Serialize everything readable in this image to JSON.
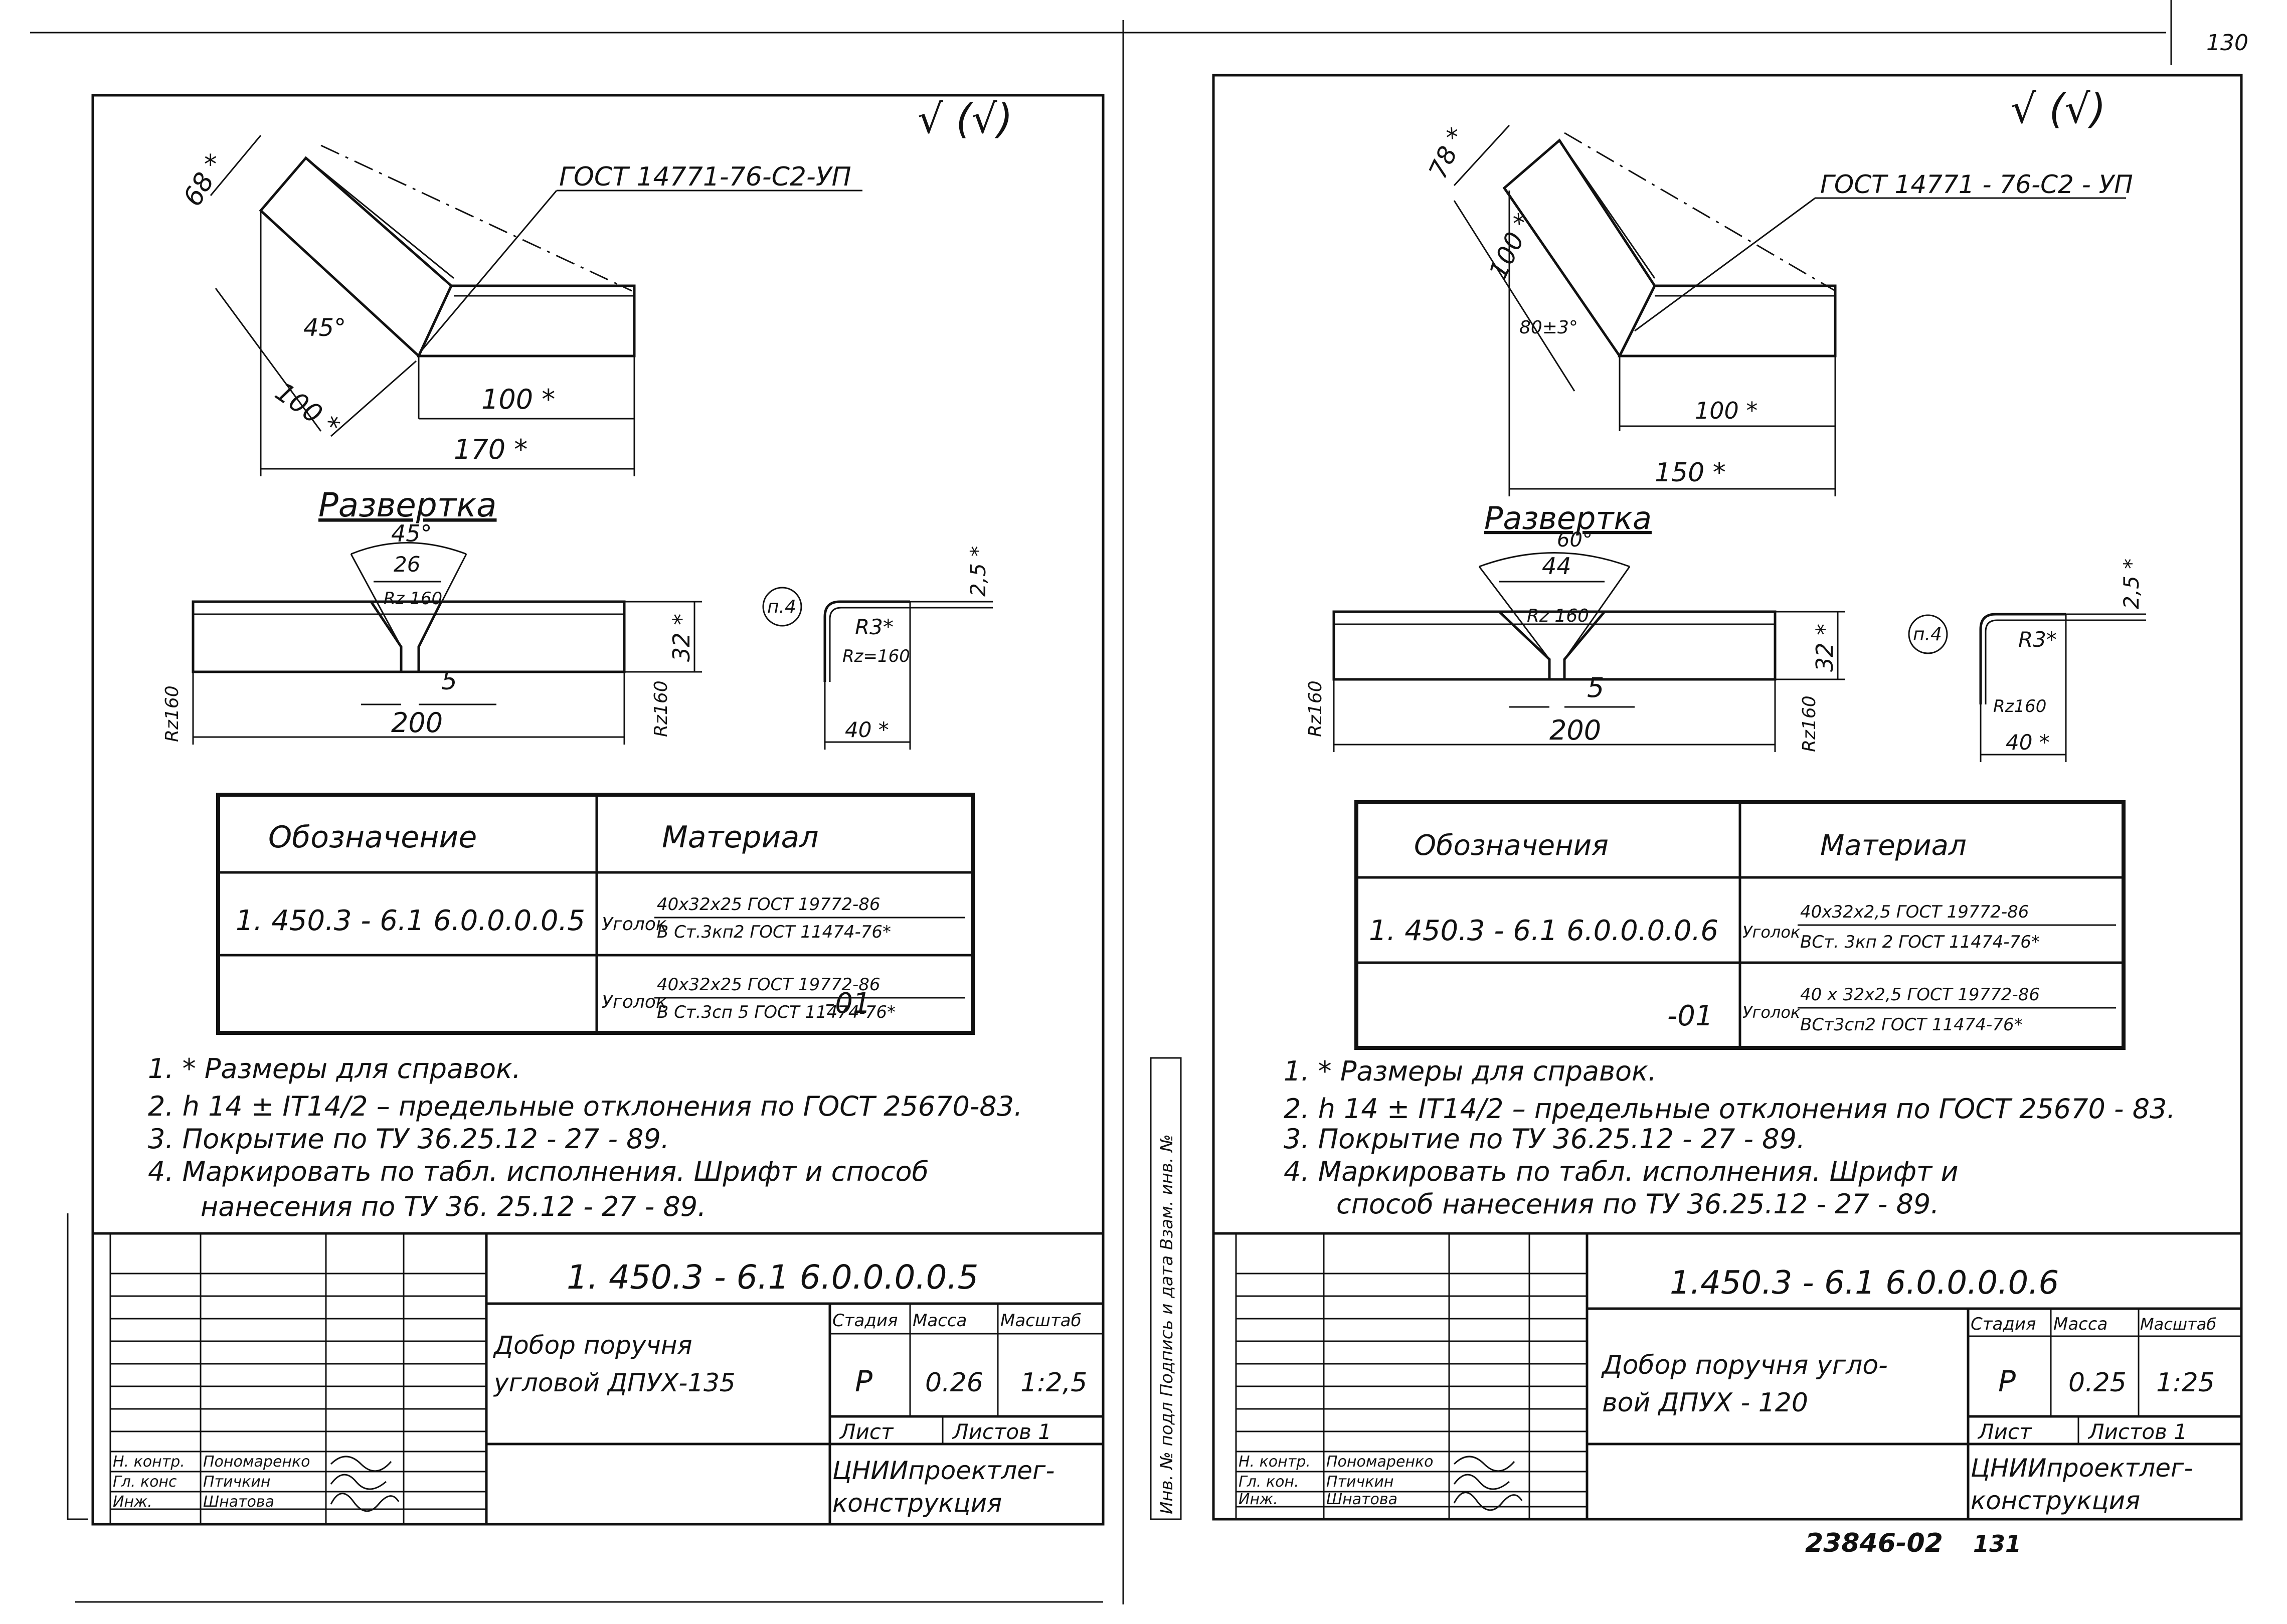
{
  "corner_page_number": "130",
  "bottom_code": "23846-02",
  "bottom_page": "131",
  "side_stamp": "Инв. № подл   Подпись и дата   Взам. инв. №",
  "sheets": [
    {
      "gost": "ГОСТ 14771-76-С2-УП",
      "roughness_mark": "√ (√)",
      "dim_68": "68 *",
      "dim_100_diag": "100 *",
      "angle_45": "45°",
      "dim_100": "100 *",
      "dim_total": "170 *",
      "razvertka": "Развертка",
      "cut_angle": "45°",
      "cut_width": "26",
      "rz_center": "Rz 160",
      "gap": "5",
      "length": "200",
      "height": "32 *",
      "rz_left": "Rz160",
      "rz_right": "Rz160",
      "detail_label": "п.4",
      "detail_r": "R3*",
      "detail_rz": "Rz=160",
      "detail_w": "40 *",
      "detail_t": "2,5 *",
      "table_h1": "Обозначение",
      "table_h2": "Материал",
      "row1_code": "1. 450.3 - 6.1  6.0.0.0.0.5",
      "row1_mat_name": "Уголок",
      "row1_mat_top": "40х32х25 ГОСТ 19772-86",
      "row1_mat_bottom": "В Ст.3кп2 ГОСТ 11474-76*",
      "row2_code": "-01",
      "row2_mat_name": "Уголок",
      "row2_mat_top": "40х32х25 ГОСТ 19772-86",
      "row2_mat_bottom": "В Ст.3сп 5 ГОСТ 11474-76*",
      "note1": "1. * Размеры  для  справок.",
      "note2": "2.  h 14 ± IT14/2 – предельные отклонения по ГОСТ 25670-83.",
      "note3": "3.  Покрытие   по ТУ 36.25.12 - 27 - 89.",
      "note4a": "4.  Маркировать по табл. исполнения. Шрифт и способ",
      "note4b": "нанесения  по ТУ 36. 25.12 - 27 - 89.",
      "doc_code": "1. 450.3 - 6.1  6.0.0.0.0.5",
      "title_line1": "Добор поручня",
      "title_line2": "угловой  ДПУХ-135",
      "stage_h": "Стадия",
      "mass_h": "Масса",
      "scale_h": "Масштаб",
      "stage_v": "Р",
      "mass_v": "0.26",
      "scale_v": "1:2,5",
      "sheet_h": "Лист",
      "sheets_h": "Листов 1",
      "org_line1": "ЦНИИпроектлег-",
      "org_line2": "конструкция",
      "role1": "Н. контр.",
      "name1": "Пономаренко",
      "role2": "Гл. конс",
      "name2": "Птичкин",
      "role3": "Инж.",
      "name3": "Шнатова"
    },
    {
      "gost": "ГОСТ 14771 - 76-С2 - УП",
      "roughness_mark": "√ (√)",
      "dim_68": "78 *",
      "dim_100_diag": "100 *",
      "angle_45": "80±3°",
      "dim_100": "100 *",
      "dim_total": "150 *",
      "razvertka": "Развертка",
      "cut_angle": "60°",
      "cut_width": "44",
      "rz_center": "Rz 160",
      "gap": "5",
      "length": "200",
      "height": "32 *",
      "rz_left": "Rz160",
      "rz_right": "Rz160",
      "detail_label": "п.4",
      "detail_r": "R3*",
      "detail_rz": "Rz160",
      "detail_w": "40 *",
      "detail_t": "2,5 *",
      "table_h1": "Обозначения",
      "table_h2": "Материал",
      "row1_code": "1. 450.3 - 6.1  6.0.0.0.0.6",
      "row1_mat_name": "Уголок",
      "row1_mat_top": "40х32х2,5 ГОСТ 19772-86",
      "row1_mat_bottom": "ВСт. 3кп 2 ГОСТ 11474-76*",
      "row2_code": "-01",
      "row2_mat_name": "Уголок",
      "row2_mat_top": "40 х 32х2,5 ГОСТ 19772-86",
      "row2_mat_bottom": "ВСт3сп2 ГОСТ 11474-76*",
      "note1": "1. * Размеры  для  справок.",
      "note2": "2.  h 14 ± IT14/2 – предельные отклонения по ГОСТ 25670 - 83.",
      "note3": "3.  Покрытие  по ТУ 36.25.12 - 27 - 89.",
      "note4a": "4.  Маркировать по табл. исполнения. Шрифт и",
      "note4b": "способ нанесения по ТУ 36.25.12 - 27 - 89.",
      "doc_code": "1.450.3 - 6.1   6.0.0.0.0.6",
      "title_line1": "Добор поручня угло-",
      "title_line2": "вой  ДПУХ - 120",
      "stage_h": "Стадия",
      "mass_h": "Масса",
      "scale_h": "Масштаб",
      "stage_v": "Р",
      "mass_v": "0.25",
      "scale_v": "1:25",
      "sheet_h": "Лист",
      "sheets_h": "Листов 1",
      "org_line1": "ЦНИИпроектлег-",
      "org_line2": "конструкция",
      "role1": "Н. контр.",
      "name1": "Пономаренко",
      "role2": "Гл. кон.",
      "name2": "Птичкин",
      "role3": "Инж.",
      "name3": "Шнатова"
    }
  ]
}
